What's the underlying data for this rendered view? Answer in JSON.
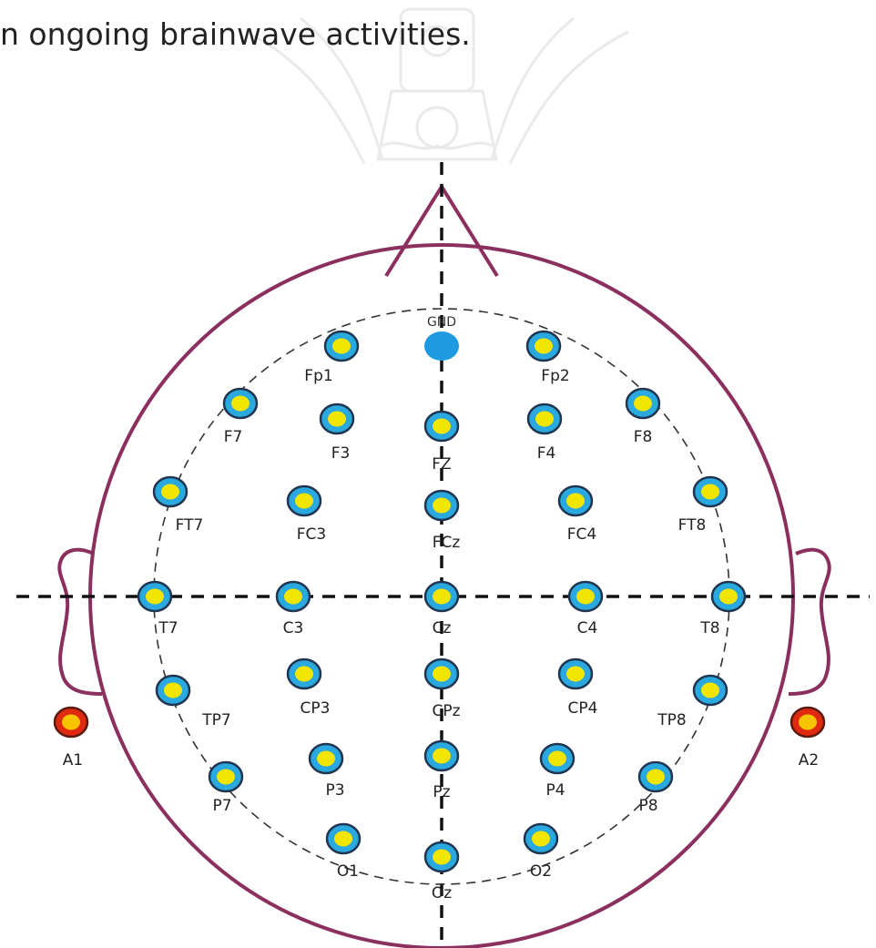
{
  "caption": "n ongoing brainwave activities.",
  "colors": {
    "head_outline": "#8B2F5E",
    "electrode_fill": "#F2E600",
    "electrode_ring": "#29A9DF",
    "electrode_outline": "#1F3550",
    "ground_fill": "#1E9BE0",
    "reference_fill": "#F7C400",
    "reference_ring": "#E02A10",
    "guide_lines": "#111111",
    "watermark": "#D9D9D9"
  },
  "icons": {
    "watermark": "university-crest-watermark-icon"
  },
  "ground": {
    "label": "GND"
  },
  "references": [
    {
      "id": "A1",
      "label": "A1"
    },
    {
      "id": "A2",
      "label": "A2"
    }
  ],
  "electrodes": [
    {
      "id": "Fp1",
      "label": "Fp1"
    },
    {
      "id": "Fp2",
      "label": "Fp2"
    },
    {
      "id": "F7",
      "label": "F7"
    },
    {
      "id": "F3",
      "label": "F3"
    },
    {
      "id": "FZ",
      "label": "FZ"
    },
    {
      "id": "F4",
      "label": "F4"
    },
    {
      "id": "F8",
      "label": "F8"
    },
    {
      "id": "FT7",
      "label": "FT7"
    },
    {
      "id": "FC3",
      "label": "FC3"
    },
    {
      "id": "FCz",
      "label": "FCz"
    },
    {
      "id": "FC4",
      "label": "FC4"
    },
    {
      "id": "FT8",
      "label": "FT8"
    },
    {
      "id": "T7",
      "label": "T7"
    },
    {
      "id": "C3",
      "label": "C3"
    },
    {
      "id": "Cz",
      "label": "Cz"
    },
    {
      "id": "C4",
      "label": "C4"
    },
    {
      "id": "T8",
      "label": "T8"
    },
    {
      "id": "TP7",
      "label": "TP7"
    },
    {
      "id": "CP3",
      "label": "CP3"
    },
    {
      "id": "CPz",
      "label": "CPz"
    },
    {
      "id": "CP4",
      "label": "CP4"
    },
    {
      "id": "TP8",
      "label": "TP8"
    },
    {
      "id": "P7",
      "label": "P7"
    },
    {
      "id": "P3",
      "label": "P3"
    },
    {
      "id": "Pz",
      "label": "Pz"
    },
    {
      "id": "P4",
      "label": "P4"
    },
    {
      "id": "P8",
      "label": "P8"
    },
    {
      "id": "O1",
      "label": "O1"
    },
    {
      "id": "Oz",
      "label": "Oz"
    },
    {
      "id": "O2",
      "label": "O2"
    }
  ]
}
